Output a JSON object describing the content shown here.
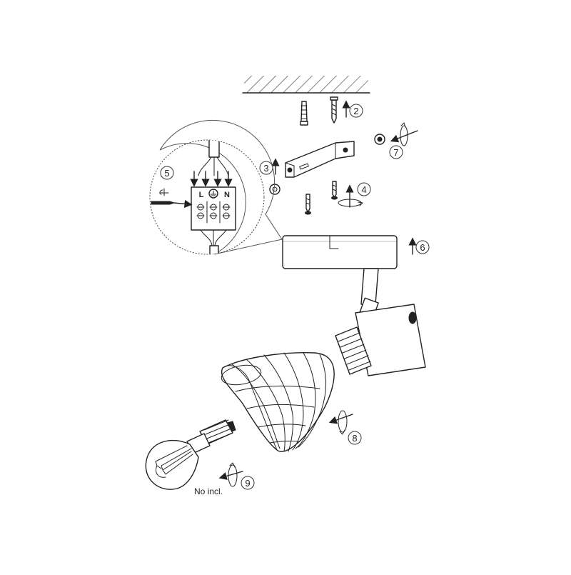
{
  "steps": [
    {
      "id": "2",
      "label": "2"
    },
    {
      "id": "3",
      "label": "3"
    },
    {
      "id": "4",
      "label": "4"
    },
    {
      "id": "5",
      "label": "5"
    },
    {
      "id": "6",
      "label": "6"
    },
    {
      "id": "7",
      "label": "7"
    },
    {
      "id": "8",
      "label": "8"
    },
    {
      "id": "9",
      "label": "9"
    }
  ],
  "terminal_labels": {
    "live": "L",
    "neutral": "N",
    "earth_symbol": "earth-ground-icon"
  },
  "bulb_note": "No incl."
}
